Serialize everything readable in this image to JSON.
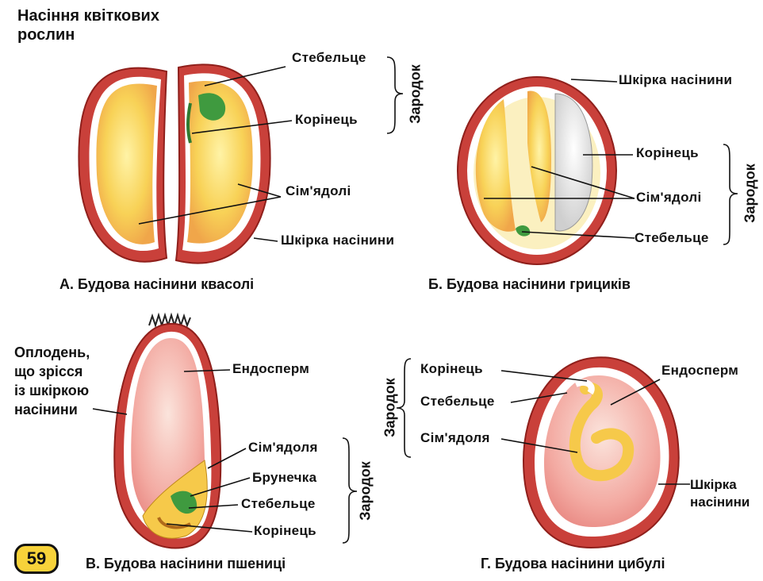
{
  "title": [
    "Насіння квіткових",
    "рослин"
  ],
  "page_number": "59",
  "A": {
    "caption": "А. Будова насінини квасолі",
    "labels": {
      "stem": "Стебельце",
      "root": "Корінець",
      "cotyledons": "Сім'ядолі",
      "coat": "Шкірка насінини",
      "embryo": "Зародок"
    }
  },
  "B": {
    "caption": "Б. Будова насінини грициків",
    "labels": {
      "coat": "Шкірка насінини",
      "root": "Корінець",
      "cotyledons": "Сім'ядолі",
      "stem": "Стебельце",
      "embryo": "Зародок"
    }
  },
  "C": {
    "caption": "В. Будова насінини пшениці",
    "labels": {
      "pericarp": [
        "Оплодень,",
        "що зрісся",
        "із шкіркою",
        "насінини"
      ],
      "endosperm": "Ендосперм",
      "cotyledon": "Сім'ядоля",
      "bud": "Брунечка",
      "stem": "Стебельце",
      "root": "Корінець",
      "embryo": "Зародок"
    }
  },
  "D": {
    "caption": "Г. Будова насінини цибулі",
    "labels": {
      "root": "Корінець",
      "stem": "Стебельце",
      "cotyledon": "Сім'ядоля",
      "endosperm": "Ендосперм",
      "coat": [
        "Шкірка",
        "насінини"
      ],
      "embryo": "Зародок"
    }
  },
  "colors": {
    "coat": "#b8322c",
    "cotyledon": "#f6c94a",
    "embryo_green": "#3f9a3f",
    "endosperm": "#f2a6a0",
    "badge": "#f7d23a"
  }
}
